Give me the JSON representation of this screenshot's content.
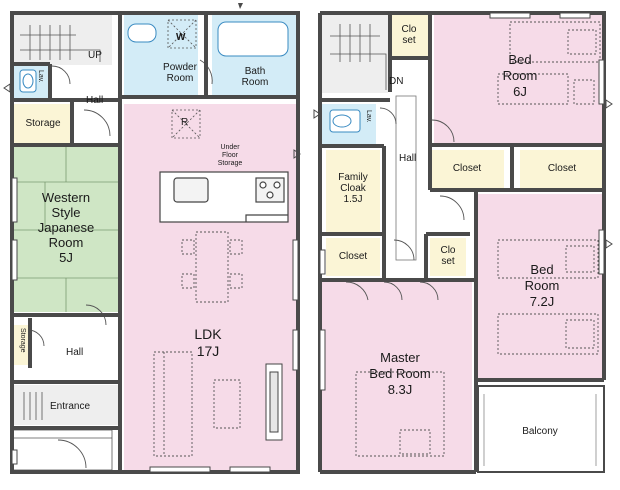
{
  "colors": {
    "wall": "#4a4a4a",
    "pink": "#f6dbe8",
    "green": "#cfe6c5",
    "cream": "#fbf5d6",
    "blue": "#d3ecf7",
    "gray": "#eeeeee",
    "white": "#ffffff"
  },
  "floor1": {
    "up": "UP",
    "hall_top": "Hall",
    "lav": "Lav.",
    "powder_room": [
      "Powder",
      "Room"
    ],
    "w": "W",
    "bath_room": [
      "Bath",
      "Room"
    ],
    "storage_top": "Storage",
    "r": "R",
    "underfloor": [
      "Under",
      "Floor",
      "Storage"
    ],
    "western_room": [
      "Western",
      "Style",
      "Japanese",
      "Room",
      "5J"
    ],
    "storage_side": "Storage",
    "hall_bottom": "Hall",
    "ldk": [
      "LDK",
      "17J"
    ],
    "entrance": "Entrance"
  },
  "floor2": {
    "closet_top": [
      "Clo",
      "set"
    ],
    "dn": "DN",
    "bed_room_6": [
      "Bed",
      "Room",
      "6J"
    ],
    "lav": "Lav.",
    "hall": "Hall",
    "family_cloak": [
      "Family",
      "Cloak",
      "1.5J"
    ],
    "closet_a": "Closet",
    "closet_b": "Closet",
    "closet_c": "Closet",
    "closet_mid": [
      "Clo",
      "set"
    ],
    "bed_room_72": [
      "Bed",
      "Room",
      "7.2J"
    ],
    "master": [
      "Master",
      "Bed Room",
      "8.3J"
    ],
    "balcony": "Balcony"
  }
}
